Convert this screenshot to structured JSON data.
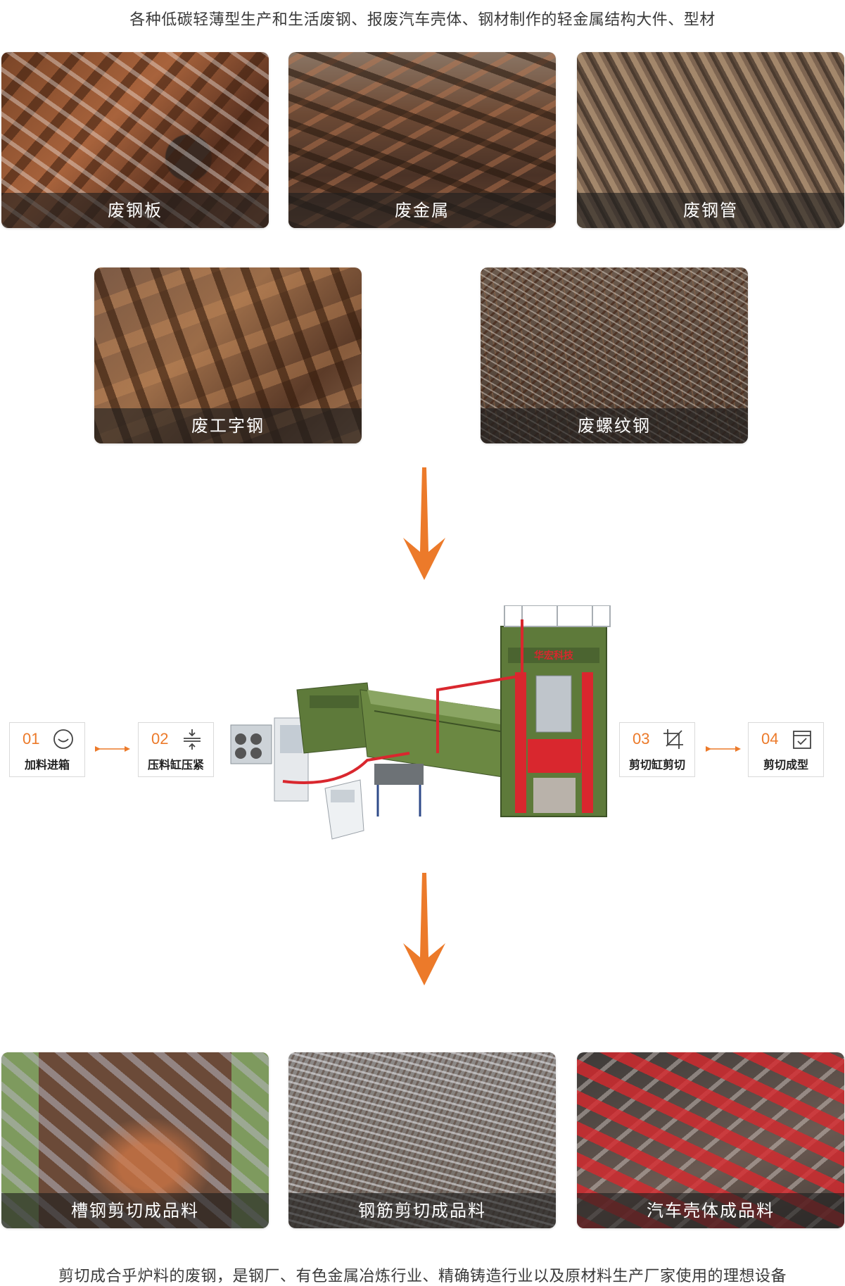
{
  "intro": {
    "text": "各种低碳轻薄型生产和生活废钢、报废汽车壳体、钢材制作的轻金属结构大件、型材"
  },
  "raw_materials": [
    {
      "label": "废钢板"
    },
    {
      "label": "废金属"
    },
    {
      "label": "废钢管"
    },
    {
      "label": "废工字钢"
    },
    {
      "label": "废螺纹钢"
    }
  ],
  "process": {
    "steps": [
      {
        "num": "01",
        "label": "加料进箱",
        "icon": "feed-hopper-icon"
      },
      {
        "num": "02",
        "label": "压料缸压紧",
        "icon": "compress-icon"
      },
      {
        "num": "03",
        "label": "剪切缸剪切",
        "icon": "crop-cut-icon"
      },
      {
        "num": "04",
        "label": "剪切成型",
        "icon": "calendar-check-icon"
      }
    ],
    "machine": {
      "brand_text": "华宏科技"
    }
  },
  "products": [
    {
      "label": "槽钢剪切成品料"
    },
    {
      "label": "钢筋剪切成品料"
    },
    {
      "label": "汽车壳体成品料"
    }
  ],
  "footer": {
    "text": "剪切成合乎炉料的废钢，是钢厂、有色金属冶炼行业、精确铸造行业以及原材料生产厂家使用的理想设备"
  },
  "colors": {
    "accent": "#ec7a2a",
    "machine_green": "#5e7a3a",
    "machine_red": "#d9272e"
  }
}
